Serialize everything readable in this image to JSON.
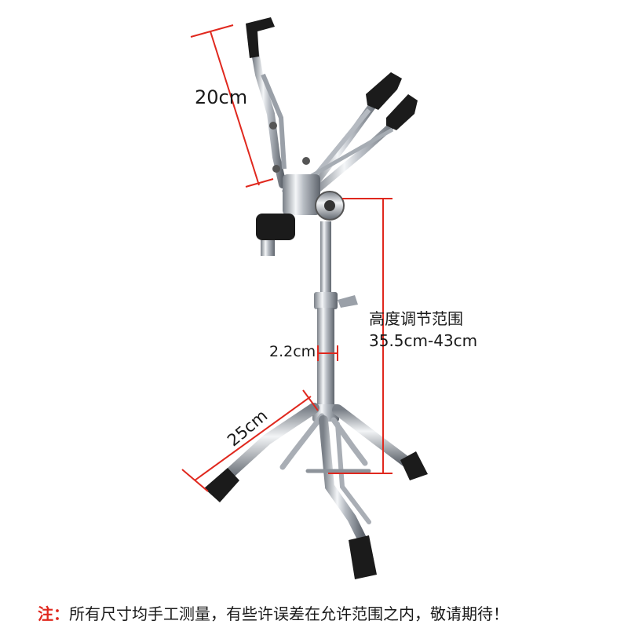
{
  "image": {
    "subject": "snare drum stand with chrome legs and rubber-tipped arms",
    "colors": {
      "chrome": "#c8ccd2",
      "chrome_dark": "#6c727a",
      "rubber": "#1b1b1b",
      "dimension_line": "#e0281e",
      "text": "#1a1a1a"
    }
  },
  "dimensions": {
    "arm_length": "20cm",
    "height_range_title": "高度调节范围",
    "height_range_value": "35.5cm-43cm",
    "tube_diameter": "2.2cm",
    "leg_length": "25cm"
  },
  "footnote": {
    "prefix": "注：",
    "text": "所有尺寸均手工测量，有些许误差在允许范围之内，敬请期待！"
  }
}
